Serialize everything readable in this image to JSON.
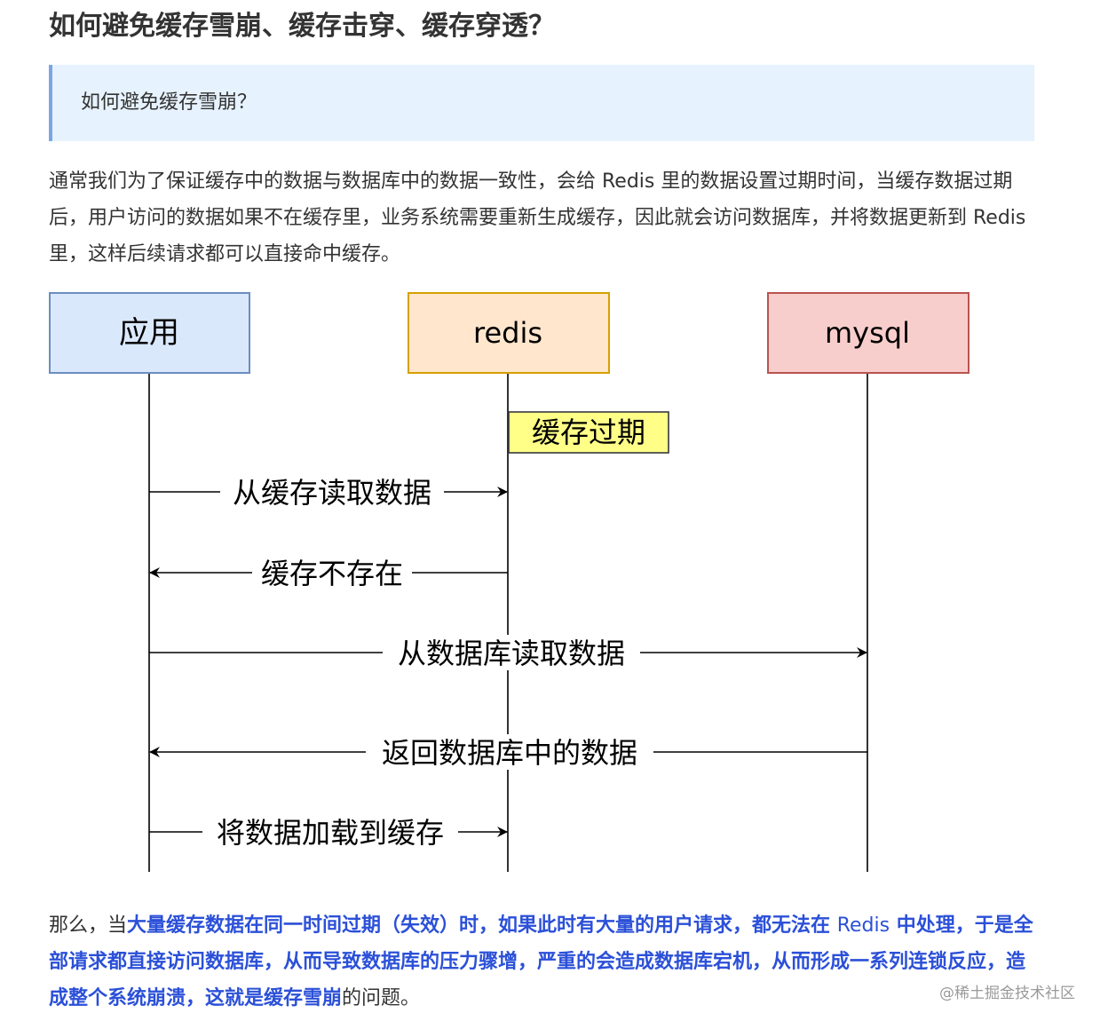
{
  "article": {
    "heading": "如何避免缓存雪崩、缓存击穿、缓存穿透？",
    "quote": "如何避免缓存雪崩？",
    "intro_paragraph": "通常我们为了保证缓存中的数据与数据库中的数据一致性，会给 Redis 里的数据设置过期时间，当缓存数据过期后，用户访问的数据如果不在缓存里，业务系统需要重新生成缓存，因此就会访问数据库，并将数据更新到 Redis 里，这样后续请求都可以直接命中缓存。",
    "conclusion": {
      "part1": "那么，当",
      "part2": "大量缓存数据在同一时间过期（失效）时，如果此时有大量的用户请求，都无法在 ",
      "part3": "Redis",
      "part4": " 中处理，于是全部请求都直接访问数据库，从而导致数据库的压力骤增，严重的会造成数据库宕机，从而形成一系列连锁反应，造成整个系统崩溃，这就是缓存雪崩",
      "part5": "的问题。"
    }
  },
  "diagram": {
    "actors": [
      {
        "label": "应用",
        "fill": "#dae8fc",
        "stroke": "#6c8ebf"
      },
      {
        "label": "redis",
        "fill": "#ffe6cc",
        "stroke": "#d6a000"
      },
      {
        "label": "mysql",
        "fill": "#f8cecc",
        "stroke": "#b85450"
      }
    ],
    "note": {
      "label": "缓存过期",
      "fill": "#ffff88",
      "stroke": "#36393d"
    },
    "messages": [
      {
        "label": "从缓存读取数据"
      },
      {
        "label": "缓存不存在"
      },
      {
        "label": "从数据库读取数据"
      },
      {
        "label": "返回数据库中的数据"
      },
      {
        "label": "将数据加载到缓存"
      }
    ]
  },
  "watermark": "@稀土掘金技术社区"
}
